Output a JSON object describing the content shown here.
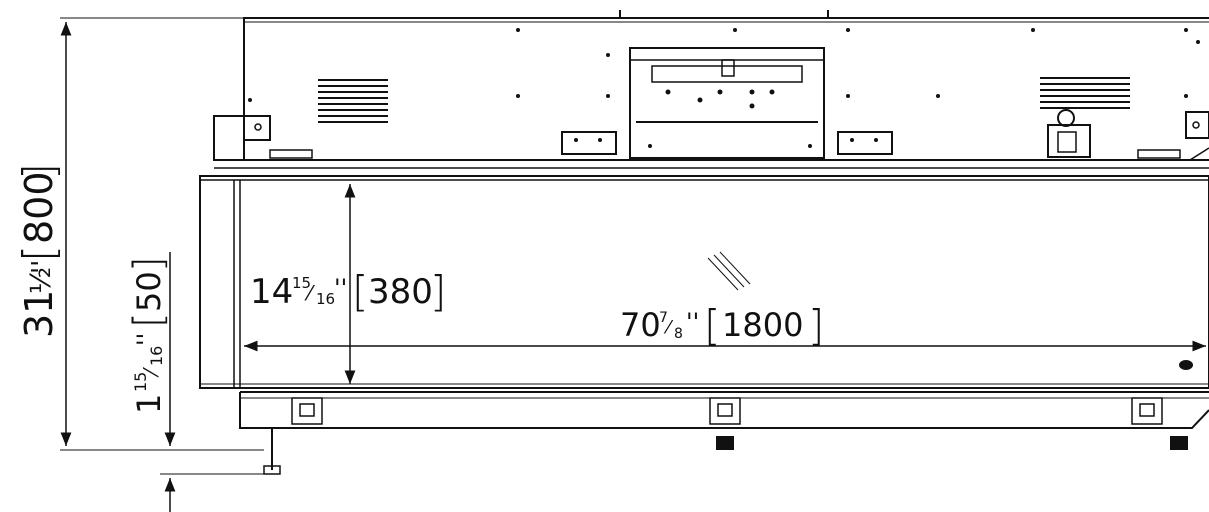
{
  "dimensions": {
    "overall_height": {
      "imperial_whole": "31",
      "imperial_frac": "½",
      "imperial_mark": "''",
      "metric": "800"
    },
    "base_height": {
      "imperial_whole": "1",
      "imperial_num": "15",
      "imperial_den": "16",
      "imperial_mark": "''",
      "metric": "50"
    },
    "glass_height": {
      "imperial_whole": "14",
      "imperial_num": "15",
      "imperial_den": "16",
      "imperial_mark": "''",
      "metric": "380"
    },
    "overall_width": {
      "imperial_whole": "70",
      "imperial_num": "7",
      "imperial_den": "8",
      "imperial_mark": "''",
      "metric": "1800"
    }
  },
  "colors": {
    "line": "#111111",
    "background": "#ffffff"
  }
}
